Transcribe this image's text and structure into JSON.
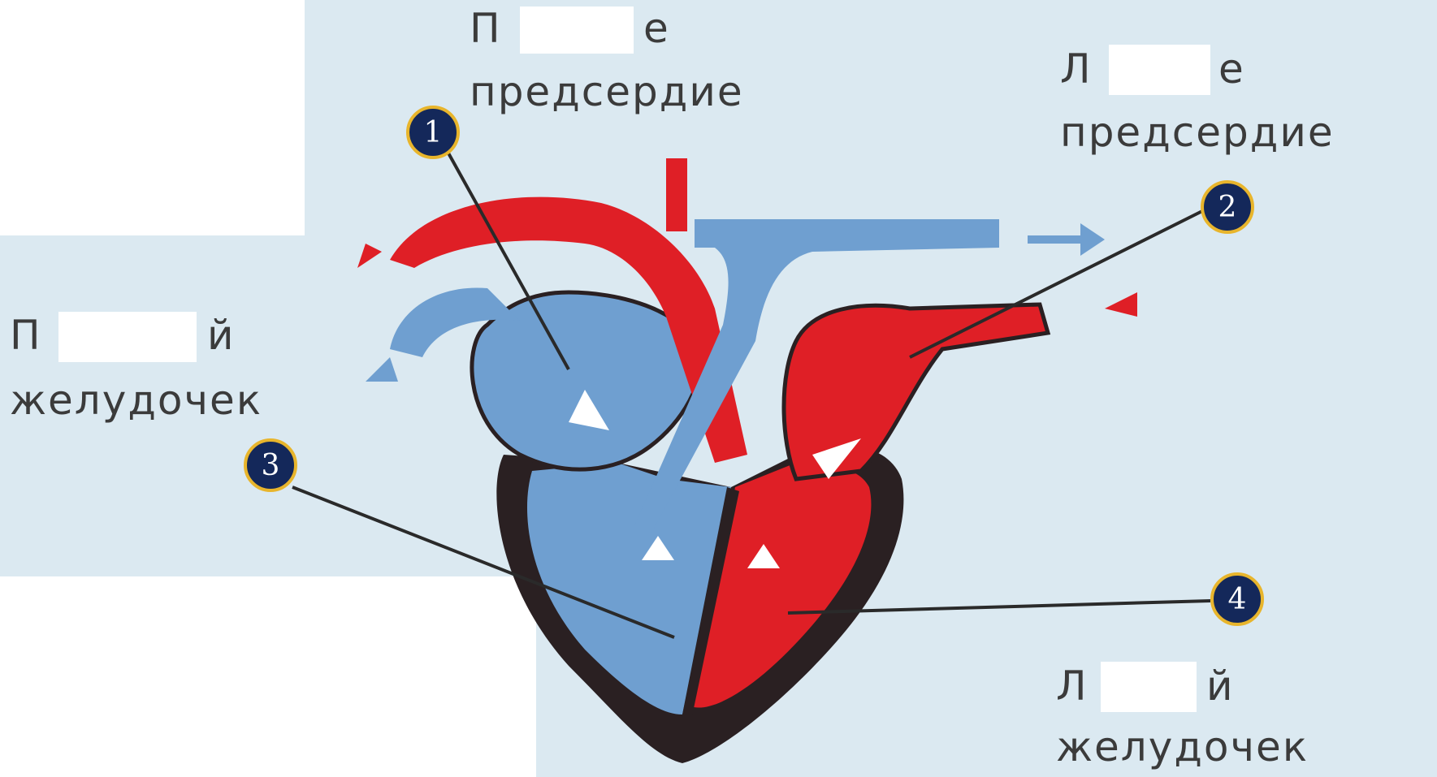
{
  "labels": {
    "right_atrium": {
      "line1_start": "П",
      "line1_end": "е",
      "line2": "предсердие"
    },
    "left_atrium": {
      "line1_start": "Л",
      "line1_end": "е",
      "line2": "предсердие"
    },
    "right_ventricle": {
      "line1_start": "П",
      "line1_end": "й",
      "line2": "желудочек"
    },
    "left_ventricle": {
      "line1_start": "Л",
      "line1_end": "й",
      "line2": "желудочек"
    }
  },
  "markers": [
    "1",
    "2",
    "3",
    "4"
  ],
  "colors": {
    "background": "#dbe9f1",
    "venous_blue": "#6f9fd0",
    "arterial_red": "#df1f26",
    "heart_wall": "#2a2022",
    "badge_fill": "#14285a",
    "badge_border": "#e8b52c"
  }
}
